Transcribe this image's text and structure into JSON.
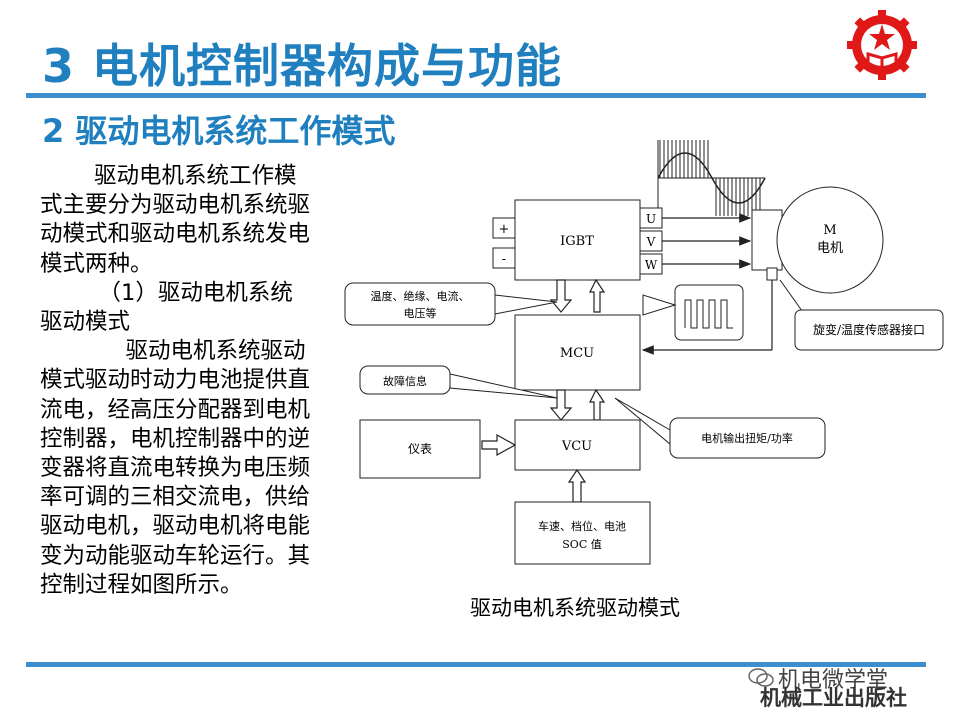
{
  "page": {
    "title": "3 电机控制器构成与功能",
    "subtitle": "2 驱动电机系统工作模式"
  },
  "body": {
    "paragraphs": [
      "驱动电机系统工作模式主要分为驱动电机系统驱动模式和驱动电机系统发电模式两种。",
      "（1）驱动电机系统驱动模式",
      "驱动电机系统驱动模式驱动时动力电池提供直流电，经高压分配器到电机控制器，电机控制器中的逆变器将直流电转换为电压频率可调的三相交流电，供给驱动电机，驱动电机将电能变为动能驱动车轮运行。其控制过程如图所示。"
    ]
  },
  "diagram": {
    "plus": "+",
    "minus": "-",
    "igbt": "IGBT",
    "phase_u": "U",
    "phase_v": "V",
    "phase_w": "W",
    "motor_m": "M",
    "motor_label": "电机",
    "sensors_line1": "温度、绝缘、电流、",
    "sensors_line2": "电压等",
    "mcu": "MCU",
    "resolver": "旋变/温度传感器接口",
    "fault": "故障信息",
    "vcu": "VCU",
    "torque": "电机输出扭矩/功率",
    "instrument": "仪表",
    "inputs_line1": "车速、档位、电池",
    "inputs_line2": "SOC 值",
    "caption": "驱动电机系统驱动模式"
  },
  "footer": {
    "watermark": "机电微学堂",
    "publisher": "机械工业出版社"
  },
  "colors": {
    "accent": "#1f7fbf",
    "rule": "#3b8fd0",
    "logo": "#e01818"
  }
}
